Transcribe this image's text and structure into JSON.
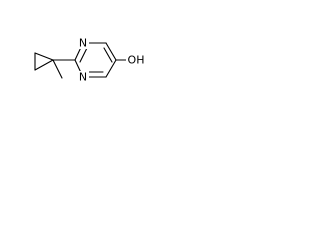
{
  "molecule": {
    "atoms": {
      "n_top": "N",
      "n_bottom": "N",
      "oh": "OH"
    }
  }
}
